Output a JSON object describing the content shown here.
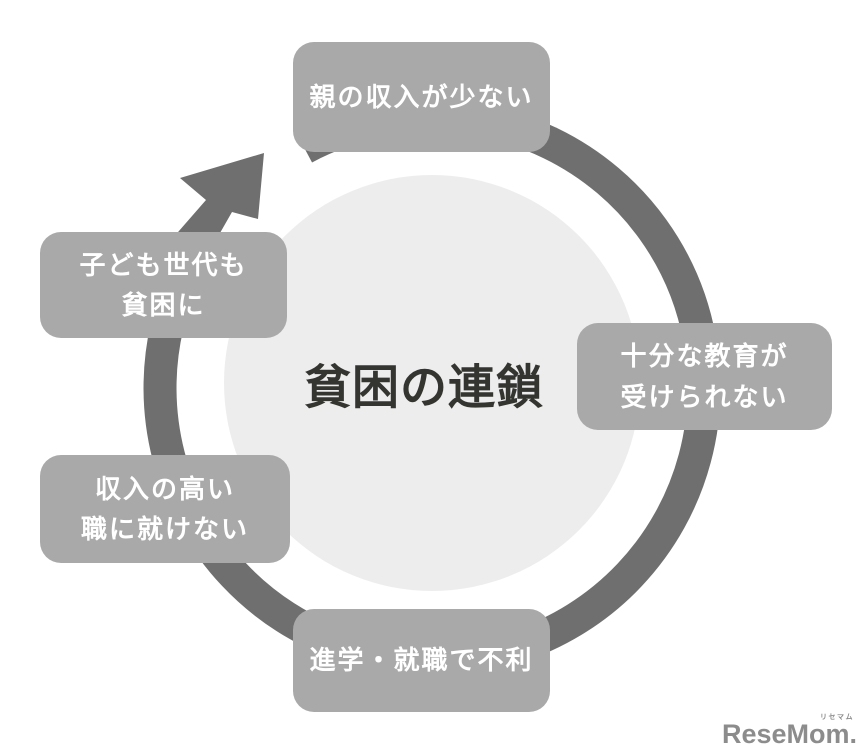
{
  "diagram": {
    "center": {
      "title": "貧困の連鎖"
    },
    "nodes": [
      {
        "id": "parents-low-income",
        "lines": [
          "親の収入が少ない"
        ]
      },
      {
        "id": "insufficient-education",
        "lines": [
          "十分な教育が",
          "受けられない"
        ]
      },
      {
        "id": "disadvantage-school-job",
        "lines": [
          "進学・就職で不利"
        ]
      },
      {
        "id": "no-high-income-job",
        "lines": [
          "収入の高い",
          "職に就けない"
        ]
      },
      {
        "id": "children-also-poor",
        "lines": [
          "子ども世代も",
          "貧困に"
        ]
      }
    ],
    "flow_direction": "clockwise"
  },
  "logo": {
    "text": "ReseMom.",
    "ruby": "リセマム"
  },
  "colors": {
    "background": "#ffffff",
    "box": "#a9a9a9",
    "box_text": "#ffffff",
    "ring": "#6f6f6f",
    "inner_circle": "#ededed",
    "title_text": "#343430",
    "logo": "#8c8c8c"
  }
}
